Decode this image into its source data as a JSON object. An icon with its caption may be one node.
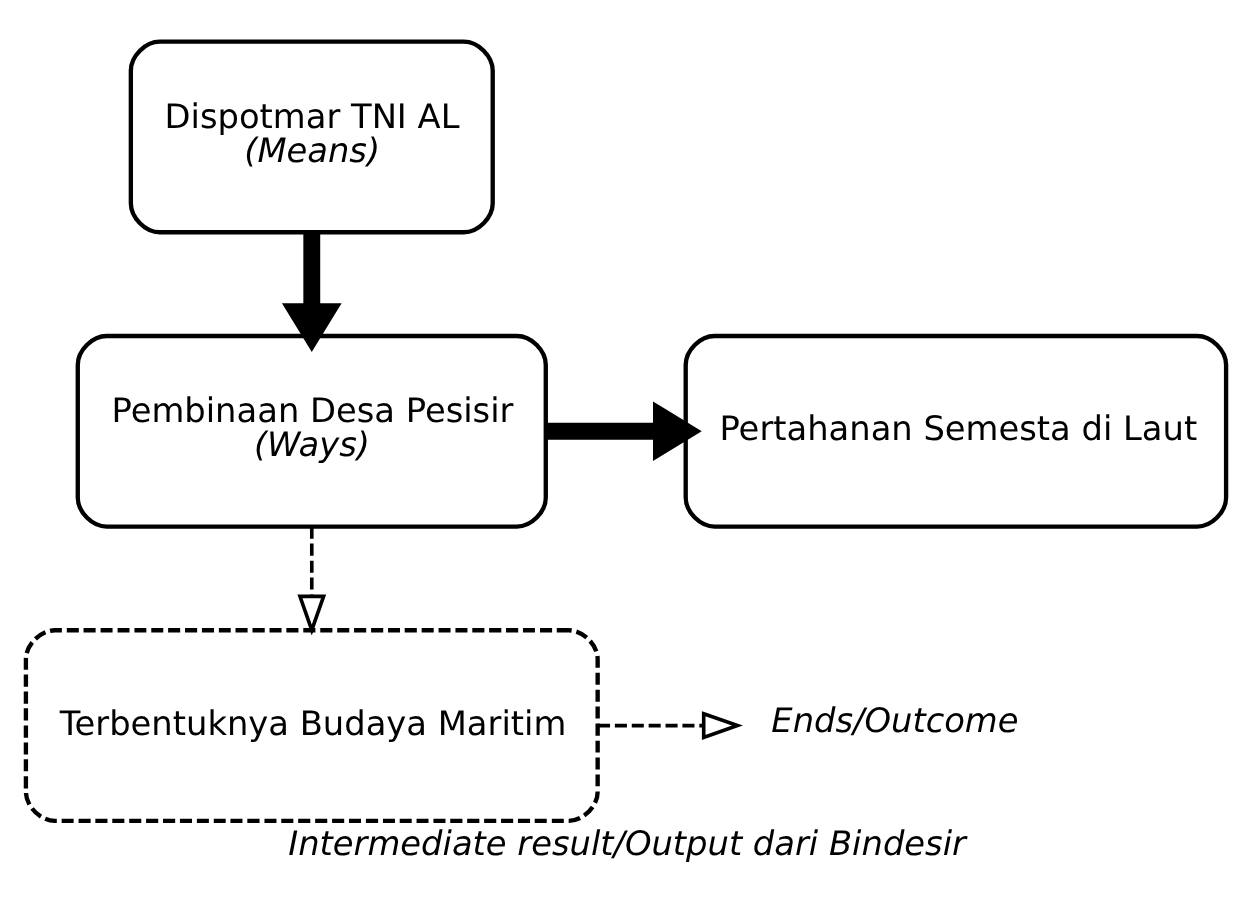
{
  "diagram": {
    "caption": "Intermediate result/Output dari Bindesir",
    "nodes": [
      {
        "text": [
          "Dispotmar TNI AL",
          "(Means)"
        ]
      },
      {
        "text": [
          "Pembinaan Desa Pesisir",
          "(Ways)"
        ]
      },
      {
        "text": [
          "Pertahanan Semesta di Laut"
        ]
      },
      {
        "text": [
          "Terbentuknya Budaya Maritim"
        ]
      },
      {
        "text": [
          "Ends/Outcome"
        ]
      }
    ],
    "edges": [
      {
        "from": 0,
        "to": 1,
        "arrow": "to",
        "style": "thick"
      },
      {
        "from": 1,
        "to": 2,
        "arrow": "to",
        "style": "thick"
      },
      {
        "from": 1,
        "to": 3,
        "arrow": "to",
        "style": "dashed"
      },
      {
        "from": 3,
        "to": 4,
        "arrow": "to",
        "style": "dashed"
      }
    ]
  }
}
